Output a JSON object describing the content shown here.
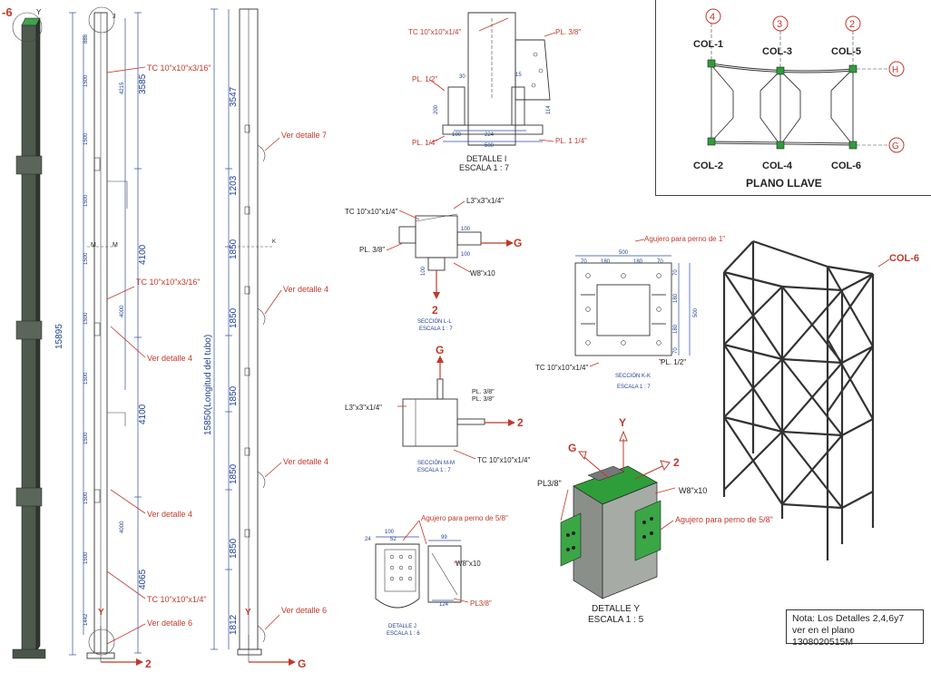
{
  "views": {
    "side_elevation": {
      "corner_label": "-6",
      "top_marker": "Y",
      "dims_left": "15895",
      "dims_inner_top": "888",
      "dims_inner": [
        "1500",
        "1500",
        "1500",
        "1500",
        "1500",
        "1500",
        "1500",
        "1500",
        "1500",
        "1500"
      ],
      "dim_bottom": "1442",
      "dims_right": [
        "3585",
        "4100",
        "4100",
        "4065"
      ],
      "dims_mid": [
        "4215",
        "4000",
        "4000"
      ],
      "marker_j": "J",
      "marker_m": "M",
      "callouts": [
        "TC 10\"x10\"x3/16\"",
        "TC 10\"x10\"x3/16\"",
        "Ver detalle 4",
        "Ver detalle 4",
        "TC 10\"x10\"x1/4\"",
        "Ver detalle 6"
      ],
      "axis_y": "Y",
      "axis_2": "2"
    },
    "front_elevation": {
      "dim_total": "15850(Longitud del tubo)",
      "dims": [
        "3547",
        "1203",
        "1850",
        "1850",
        "1850",
        "1850",
        "1850",
        "1812"
      ],
      "callouts": [
        "Ver detalle 7",
        "Ver detalle 4",
        "Ver detalle 4",
        "Ver detalle 6"
      ],
      "axis_y": "Y",
      "axis_g": "G",
      "marker_k": "K"
    },
    "detalle_i": {
      "title": "DETALLE I",
      "scale": "ESCALA 1 : 7",
      "callouts": [
        "TC 10\"x10\"x1/4\"",
        "PL. 3/8\"",
        "PL. 1/2\"",
        "PL. 1/4\"",
        "PL. 1 1/4\""
      ],
      "dims": [
        "30",
        "15",
        "200",
        "114",
        "224",
        "500",
        "100"
      ]
    },
    "seccion_l": {
      "title": "SECCIÓN L-L",
      "scale": "ESCALA 1 : 7",
      "callouts": [
        "L3\"x3\"x1/4\"",
        "TC 10\"x10\"x1/4\"",
        "PL. 3/8\"",
        "W8\"x10"
      ],
      "dims": [
        "100",
        "100",
        "100"
      ],
      "axis_g": "G",
      "axis_2": "2"
    },
    "seccion_m": {
      "title": "SECCIÓN M-M",
      "scale": "ESCALA 1 : 7",
      "callouts": [
        "L3\"x3\"x1/4\"",
        "TC 10\"x10\"x1/4\"",
        "PL. 3/8\"",
        "PL. 3/8\""
      ],
      "axis_g": "G",
      "axis_2": "2"
    },
    "seccion_k": {
      "title": "SECCIÓN K-K",
      "scale": "ESCALA 1 : 7",
      "callouts": [
        "Agujero para perno de 1\"",
        "TC 10\"x10\"x1/4\"",
        "PL. 1/2\""
      ],
      "dims": [
        "500",
        "70",
        "180",
        "180",
        "70",
        "70",
        "180",
        "180",
        "70",
        "500"
      ]
    },
    "detalle_j": {
      "title": "DETALLE J",
      "scale": "ESCALA 1 : 6",
      "callouts": [
        "Agujero para perno de 5/8\"",
        "W8\"x10",
        "PL3/8\""
      ],
      "dims": [
        "100",
        "24",
        "52",
        "99",
        "124"
      ]
    },
    "detalle_y": {
      "title": "DETALLE Y",
      "scale": "ESCALA 1 : 5",
      "callouts": [
        "PL3/8\"",
        "W8\"x10",
        "Agujero para perno de 5/8\""
      ],
      "axis_y": "Y",
      "axis_g": "G",
      "axis_2": "2"
    },
    "plano_llave": {
      "title": "PLANO LLAVE",
      "grid_top": [
        "4",
        "3",
        "2"
      ],
      "cols_top": [
        "COL-1",
        "COL-3",
        "COL-5"
      ],
      "cols_bottom": [
        "COL-2",
        "COL-4",
        "COL-6"
      ],
      "rows": [
        "H",
        "G"
      ]
    },
    "iso_view": {
      "label": "COL-6"
    }
  },
  "note": "Nota: Los Detalles 2,4,6y7 ver en el plano 1308020515M",
  "colors": {
    "annotation_red": "#c0392b",
    "dimension_blue": "#2b4aa0",
    "steel_green": "#2e9e3a",
    "steel_grey": "#8a8f8a"
  }
}
